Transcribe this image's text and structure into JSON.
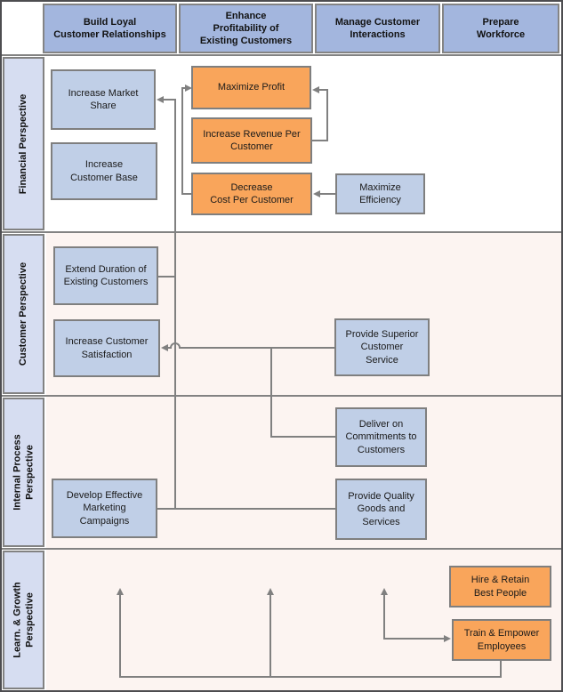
{
  "header": {
    "columns": [
      {
        "label": "Build Loyal\nCustomer Relationships"
      },
      {
        "label": "Enhance\nProfitability of\nExisting Customers"
      },
      {
        "label": "Manage Customer\nInteractions"
      },
      {
        "label": "Prepare\nWorkforce"
      }
    ]
  },
  "rows": [
    {
      "label": "Financial Perspective"
    },
    {
      "label": "Customer Perspective"
    },
    {
      "label": "Internal Process\nPerspective"
    },
    {
      "label": "Learn. & Growth\nPerspective"
    }
  ],
  "nodes": [
    {
      "id": "increase-market-share",
      "label": "Increase Market\nShare",
      "kind": "blue"
    },
    {
      "id": "increase-customer-base",
      "label": "Increase\nCustomer Base",
      "kind": "blue"
    },
    {
      "id": "maximize-profit",
      "label": "Maximize Profit",
      "kind": "orange"
    },
    {
      "id": "increase-revenue-per-customer",
      "label": "Increase Revenue Per\nCustomer",
      "kind": "orange"
    },
    {
      "id": "decrease-cost-per-customer",
      "label": "Decrease\nCost Per Customer",
      "kind": "orange"
    },
    {
      "id": "maximize-efficiency",
      "label": "Maximize\nEfficiency",
      "kind": "blue"
    },
    {
      "id": "extend-duration-of-existing-customers",
      "label": "Extend Duration of\nExisting Customers",
      "kind": "blue"
    },
    {
      "id": "increase-customer-satisfaction",
      "label": "Increase Customer\nSatisfaction",
      "kind": "blue"
    },
    {
      "id": "provide-superior-customer-service",
      "label": "Provide Superior\nCustomer\nService",
      "kind": "blue"
    },
    {
      "id": "deliver-on-commitments-to-customers",
      "label": "Deliver on\nCommitments to\nCustomers",
      "kind": "blue"
    },
    {
      "id": "develop-effective-marketing-campaigns",
      "label": "Develop Effective\nMarketing\nCampaigns",
      "kind": "blue"
    },
    {
      "id": "provide-quality-goods-and-services",
      "label": "Provide Quality\nGoods and\nServices",
      "kind": "blue"
    },
    {
      "id": "hire-retain-best-people",
      "label": "Hire & Retain\nBest People",
      "kind": "orange"
    },
    {
      "id": "train-empower-employees",
      "label": "Train & Empower\nEmployees",
      "kind": "orange"
    }
  ],
  "connections": [
    {
      "from": [
        "increase-revenue-per-customer"
      ],
      "to": "maximize-profit"
    },
    {
      "from": [
        "decrease-cost-per-customer"
      ],
      "to": "maximize-profit"
    },
    {
      "from": [
        "maximize-efficiency"
      ],
      "to": "decrease-cost-per-customer"
    },
    {
      "from": [
        "extend-duration-of-existing-customers",
        "develop-effective-marketing-campaigns",
        "provide-quality-goods-and-services"
      ],
      "to": "increase-market-share"
    },
    {
      "from": [
        "provide-superior-customer-service",
        "deliver-on-commitments-to-customers"
      ],
      "to": "increase-customer-satisfaction"
    },
    {
      "from": [
        "develop-effective-marketing-campaigns"
      ],
      "to": "provide-quality-goods-and-services"
    },
    {
      "from": [
        "train-empower-employees"
      ],
      "to": "upward-arrows-to-rows-above"
    }
  ],
  "colors": {
    "header_fill": "#a3b6de",
    "row_label_fill": "#d6ddf1",
    "blue_node_fill": "#c0cfe7",
    "orange_node_fill": "#f9a55b",
    "node_border": "#7f7f7f",
    "connector": "#808080",
    "financial_section_bg": "#ffffff",
    "other_section_bg": "#fcf4f1",
    "outer_border": "#4d4d50"
  }
}
